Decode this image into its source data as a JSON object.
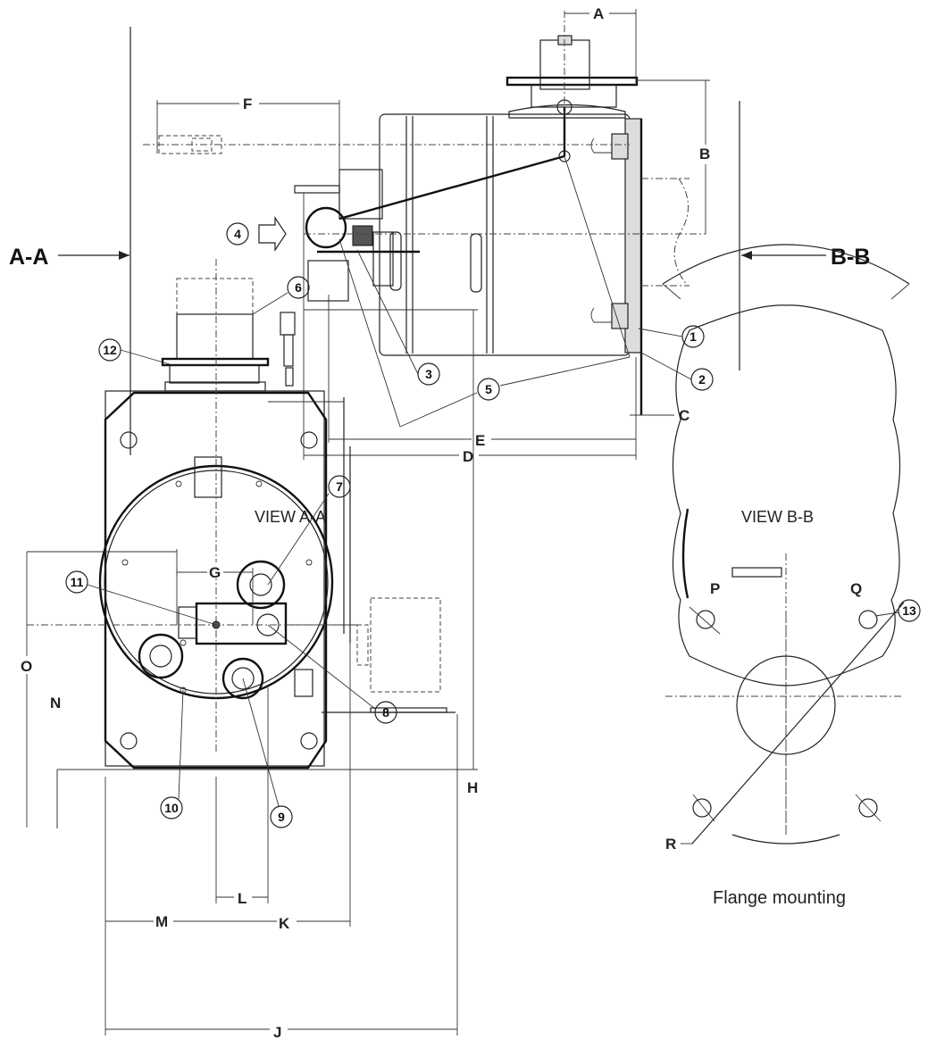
{
  "dimensions": {
    "A": "A",
    "B": "B",
    "C": "C",
    "D": "D",
    "E": "E",
    "F": "F",
    "G": "G",
    "H": "H",
    "J": "J",
    "K": "K",
    "L": "L",
    "M": "M",
    "N": "N",
    "O": "O",
    "P": "P",
    "Q": "Q",
    "R": "R"
  },
  "section_labels": {
    "left": "A-A",
    "right": "B-B"
  },
  "view_titles": {
    "a": "VIEW A-A",
    "b": "VIEW B-B"
  },
  "caption": "Flange mounting",
  "callouts": [
    "1",
    "2",
    "3",
    "4",
    "5",
    "6",
    "7",
    "8",
    "9",
    "10",
    "11",
    "12",
    "13"
  ]
}
